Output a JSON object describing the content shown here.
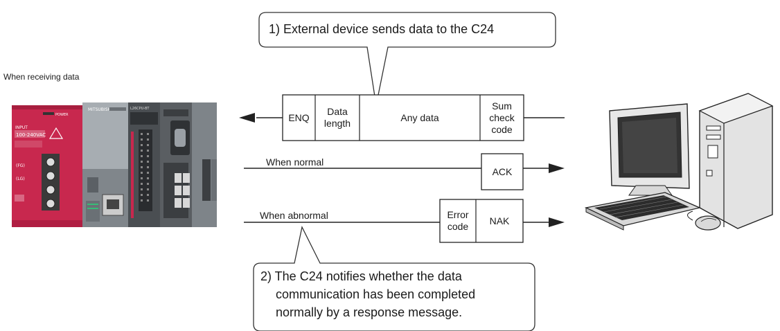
{
  "diagram_title": "When receiving data",
  "callout_top": {
    "text": "1) External device sends data to the C24"
  },
  "callout_bottom": {
    "lines": [
      "2) The C24 notifies whether the data",
      "communication has been completed",
      "normally by a response message."
    ]
  },
  "frame_send": {
    "enq": "ENQ",
    "data_length": "Data\nlength",
    "any_data": "Any data",
    "sum_check": "Sum\ncheck\ncode"
  },
  "normal": {
    "label": "When normal",
    "ack": "ACK"
  },
  "abnormal": {
    "label": "When abnormal",
    "error_code": "Error\ncode",
    "nak": "NAK"
  },
  "plc": {
    "brand": "MITSUBISHI",
    "power_label": "POWER",
    "input_label": "INPUT",
    "input_voltage": "100-240VAC",
    "cpu_model": "L26CPU-BT",
    "fg_label": "(FG)",
    "lg_label": "(LG)"
  },
  "colors": {
    "plc_red": "#c8284e",
    "plc_gray": "#8e9398",
    "line": "#222222"
  },
  "icons": [
    "arrow-left-icon",
    "arrow-right-icon",
    "plc-icon",
    "personal-computer-icon"
  ]
}
